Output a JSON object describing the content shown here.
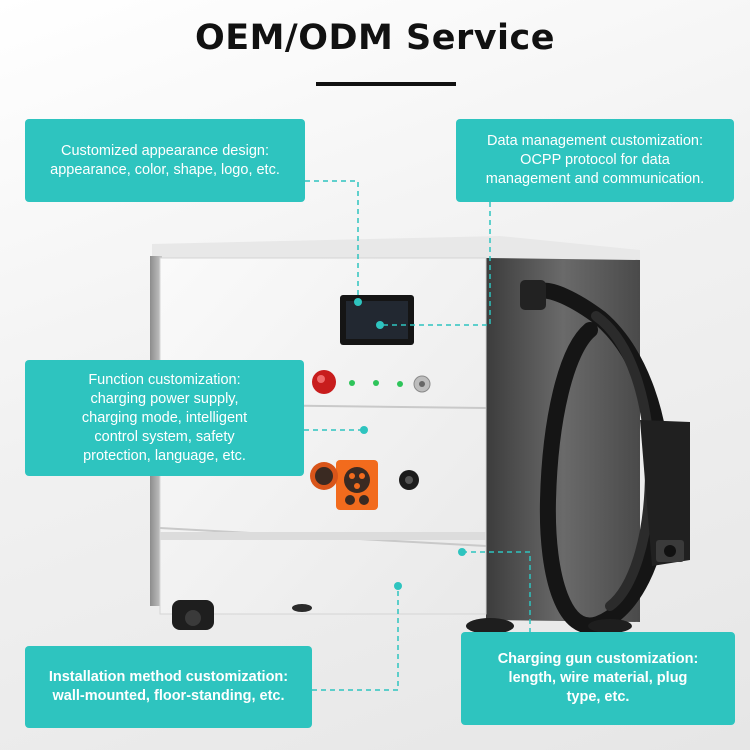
{
  "header": {
    "title": "OEM/ODM Service"
  },
  "callouts": {
    "appearance": "Customized appearance design:\nappearance, color, shape, logo, etc.",
    "data_management": "Data management customization:\nOCPP protocol for data\nmanagement and communication.",
    "function": "Function customization:\ncharging power supply,\ncharging mode, intelligent\ncontrol system, safety\nprotection, language, etc.",
    "installation": "Installation method customization:\nwall-mounted, floor-standing, etc.",
    "charging_gun": "Charging gun customization:\nlength, wire material, plug\ntype, etc."
  },
  "colors": {
    "accent": "#2ec4bf",
    "leader_line": "#2ec4bf",
    "cabinet_front": "#f4f4f4",
    "cabinet_side": "#4a4a4a",
    "connector_orange": "#f26b1d"
  },
  "icons": [
    "display-screen-icon",
    "emergency-stop-button-icon",
    "status-led-icon",
    "ccs-socket-icon",
    "charging-gun-icon",
    "caster-wheel-icon"
  ]
}
